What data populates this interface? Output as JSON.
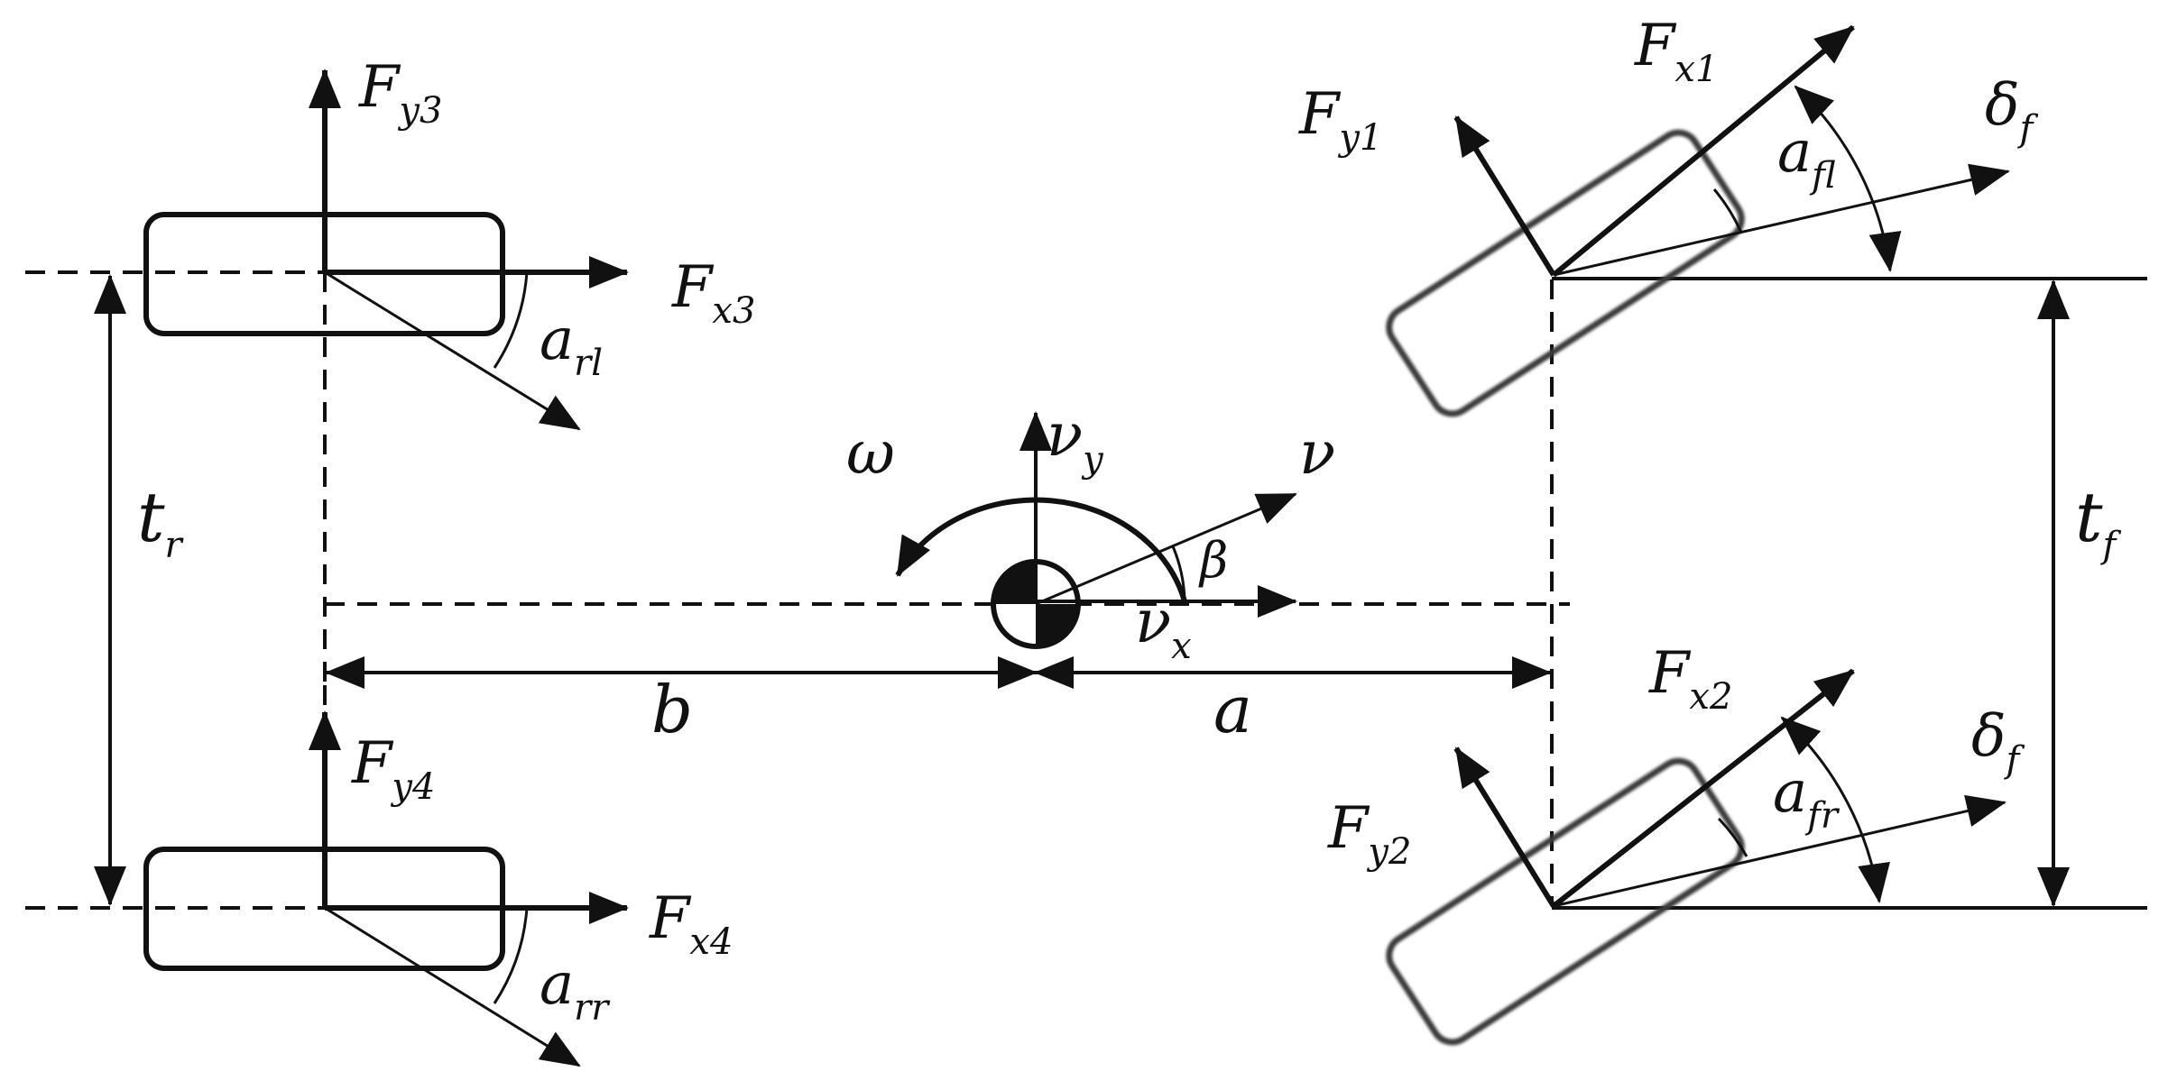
{
  "labels": {
    "fy3": {
      "main": "F",
      "sub": "y3"
    },
    "fx3": {
      "main": "F",
      "sub": "x3"
    },
    "arl": {
      "main": "a",
      "sub": "rl"
    },
    "fy4": {
      "main": "F",
      "sub": "y4"
    },
    "fx4": {
      "main": "F",
      "sub": "x4"
    },
    "arr": {
      "main": "a",
      "sub": "rr"
    },
    "tr": {
      "main": "t",
      "sub": "r"
    },
    "tf": {
      "main": "t",
      "sub": "f"
    },
    "b": {
      "main": "b"
    },
    "a": {
      "main": "a"
    },
    "omega": {
      "main": "ω"
    },
    "vy": {
      "main": "ν",
      "sub": "y"
    },
    "v": {
      "main": "ν"
    },
    "vx": {
      "main": "ν",
      "sub": "x"
    },
    "beta": {
      "main": "β"
    },
    "fx1": {
      "main": "F",
      "sub": "x1"
    },
    "fy1": {
      "main": "F",
      "sub": "y1"
    },
    "afl": {
      "main": "a",
      "sub": "fl"
    },
    "df1": {
      "main": "δ",
      "sub": "f"
    },
    "fx2": {
      "main": "F",
      "sub": "x2"
    },
    "fy2": {
      "main": "F",
      "sub": "y2"
    },
    "afr": {
      "main": "a",
      "sub": "fr"
    },
    "df2": {
      "main": "δ",
      "sub": "f"
    }
  },
  "colors": {
    "ink": "#111111",
    "tire": "#3a3a3a",
    "background": "#ffffff"
  }
}
